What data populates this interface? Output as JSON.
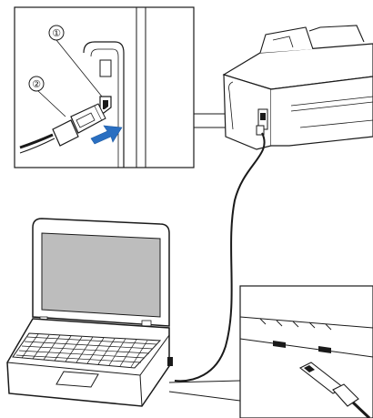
{
  "callouts": [
    {
      "label": "①",
      "part": "usb-port"
    },
    {
      "label": "②",
      "part": "usb-connector"
    }
  ],
  "colors": {
    "line": "#1a1a1a",
    "arrow": "#2a6fc1",
    "screen_grey": "#bdbdbd",
    "machine_fill": "#ffffff"
  },
  "icons": [
    "usb-port-icon",
    "usb-connector-icon",
    "insert-arrow-icon",
    "laptop-icon",
    "cutting-machine-icon",
    "usb-cable-icon"
  ]
}
